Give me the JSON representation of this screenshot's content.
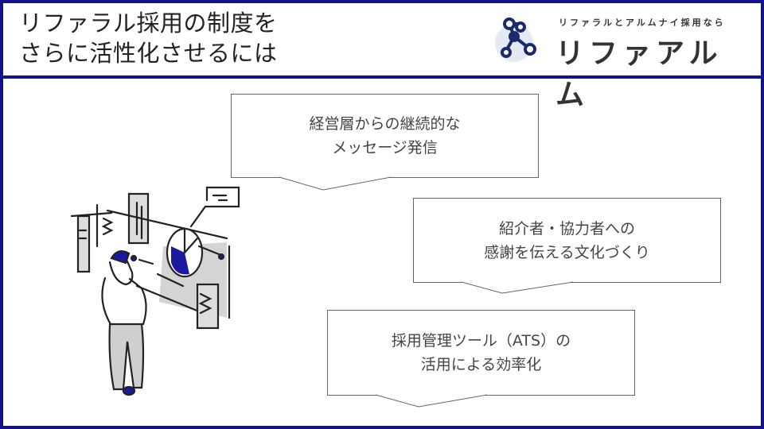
{
  "slide": {
    "title_lines": [
      "リファラル採用の制度を",
      "さらに活性化させるには"
    ]
  },
  "logo": {
    "tagline": "リファラルとアルムナイ採用なら",
    "name": "リファアルム"
  },
  "callouts": [
    {
      "lines": [
        "経営層からの継続的な",
        "メッセージ発信"
      ]
    },
    {
      "lines": [
        "紹介者・協力者への",
        "感謝を伝える文化づくり"
      ]
    },
    {
      "lines": [
        "採用管理ツール（ATS）の",
        "活用による効率化"
      ]
    }
  ],
  "colors": {
    "accent": "#12128a",
    "text": "#444444"
  }
}
